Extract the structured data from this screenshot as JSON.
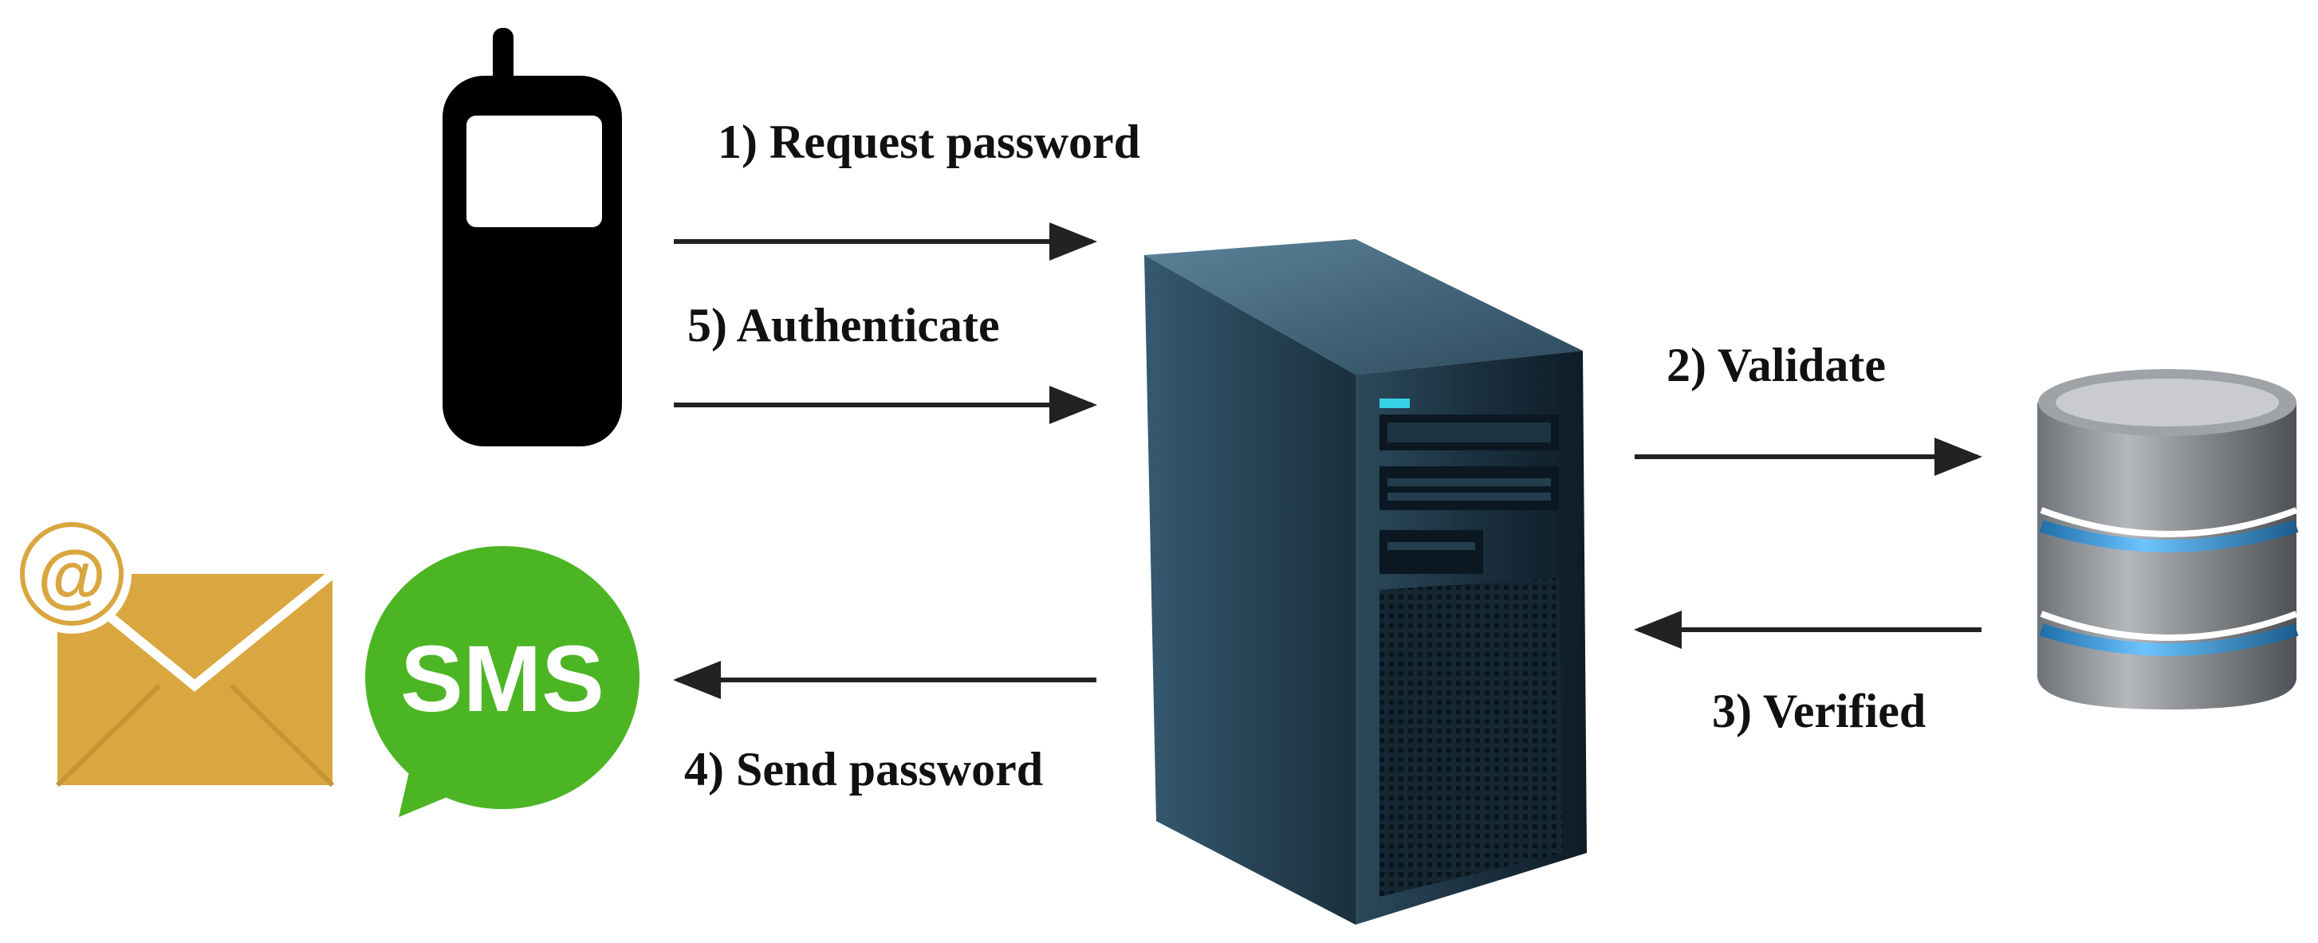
{
  "steps": {
    "request_password": "1) Request password",
    "authenticate": "5) Authenticate",
    "validate": "2) Validate",
    "verified": "3) Verified",
    "send_password": "4) Send password"
  },
  "icons": {
    "phone": "mobile-phone-icon",
    "email": "email-envelope-icon",
    "sms": "sms-bubble-icon",
    "server": "server-tower-icon",
    "database": "database-icon"
  },
  "sms_bubble_text": "SMS",
  "email_at_symbol": "@",
  "colors": {
    "arrow": "#222222",
    "phone": "#000000",
    "envelope": "#d9a63f",
    "sms_bubble": "#4cb524",
    "server": "#1f3543",
    "database": "#8c8f93",
    "database_ring": "#3fa0e0"
  }
}
